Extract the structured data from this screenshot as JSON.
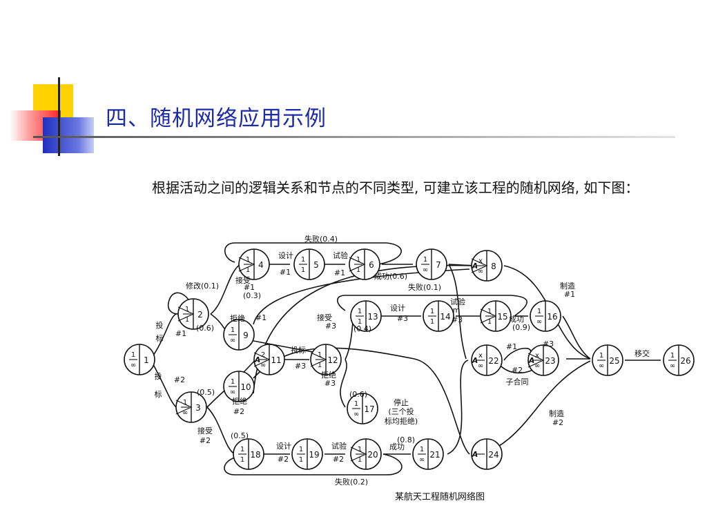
{
  "slide": {
    "title": "四、随机网络应用示例",
    "paragraph": "根据活动之间的逻辑关系和节点的不同类型, 可建立该工程的随机网络, 如下图："
  },
  "diagram": {
    "caption": "某航天工程随机网络图",
    "nodes": [
      {
        "id": "1",
        "top": "1",
        "bottom": "∞",
        "type": "circle"
      },
      {
        "id": "2",
        "top": "1",
        "bottom": "1",
        "type": "triangle"
      },
      {
        "id": "3",
        "top": "1",
        "bottom": "∞",
        "type": "triangle"
      },
      {
        "id": "4",
        "top": "1",
        "bottom": "1",
        "type": "triangle"
      },
      {
        "id": "5",
        "top": "1",
        "bottom": "1",
        "type": "circle"
      },
      {
        "id": "6",
        "top": "1",
        "bottom": "1",
        "type": "triangle"
      },
      {
        "id": "7",
        "top": "1",
        "bottom": "∞",
        "type": "circle"
      },
      {
        "id": "8",
        "top": "x",
        "bottom": "∞",
        "prefix": "A",
        "type": "triangle"
      },
      {
        "id": "9",
        "top": "1",
        "bottom": "∞",
        "type": "circle"
      },
      {
        "id": "10",
        "top": "1",
        "bottom": "∞",
        "type": "circle"
      },
      {
        "id": "11",
        "top": "2",
        "bottom": "∞",
        "prefix": "A",
        "type": "triangle"
      },
      {
        "id": "12",
        "top": "1",
        "bottom": "1",
        "type": "triangle"
      },
      {
        "id": "13",
        "top": "1",
        "bottom": "1",
        "type": "circle"
      },
      {
        "id": "14",
        "top": "1",
        "bottom": "1",
        "type": "circle"
      },
      {
        "id": "15",
        "top": "1",
        "bottom": "1",
        "type": "triangle"
      },
      {
        "id": "16",
        "top": "1",
        "bottom": "∞",
        "type": "circle"
      },
      {
        "id": "17",
        "top": "1",
        "bottom": "∞",
        "type": "circle"
      },
      {
        "id": "18",
        "top": "1",
        "bottom": "1",
        "type": "circle"
      },
      {
        "id": "19",
        "top": "1",
        "bottom": "1",
        "type": "circle"
      },
      {
        "id": "20",
        "top": "1",
        "bottom": "1",
        "type": "triangle"
      },
      {
        "id": "21",
        "top": "1",
        "bottom": "∞",
        "type": "circle"
      },
      {
        "id": "22",
        "top": "x",
        "bottom": "∞",
        "prefix": "A",
        "type": "circle"
      },
      {
        "id": "23",
        "top": "x",
        "bottom": "∞",
        "prefix": "A",
        "type": "triangle"
      },
      {
        "id": "24",
        "top": "",
        "bottom": "",
        "prefix": "A",
        "type": "circle"
      },
      {
        "id": "25",
        "top": "1",
        "bottom": "∞",
        "type": "circle"
      },
      {
        "id": "26",
        "top": "1",
        "bottom": "∞",
        "type": "circle"
      }
    ],
    "labels": [
      "失败(0.4)",
      "设计",
      "#1",
      "试验",
      "#1",
      "成功(0.6)",
      "失败(0.1)",
      "修改(0.1)",
      "接受",
      "#1",
      "(0.3)",
      "拒绝",
      "#1",
      "(0.6)",
      "投",
      "标",
      "#1",
      "投",
      "标",
      "#2",
      "(0.5)",
      "拒绝",
      "#2",
      "接受",
      "#2",
      "(0.5)",
      "投标",
      "#3",
      "拒绝",
      "#3",
      "接受",
      "#3",
      "(0.4)",
      "设计",
      "#3",
      "试验",
      "m",
      "#3",
      "成功",
      "(0.9)",
      "(0.6)",
      "停止",
      "(三个投",
      "标均拒绝)",
      "设计",
      "#2",
      "试验",
      "#2",
      "(0.8)",
      "成功",
      "失败(0.2)",
      "制造",
      "#1",
      "#1",
      "#3",
      "#2",
      "子合同",
      "制造",
      "#2",
      "移交"
    ]
  }
}
